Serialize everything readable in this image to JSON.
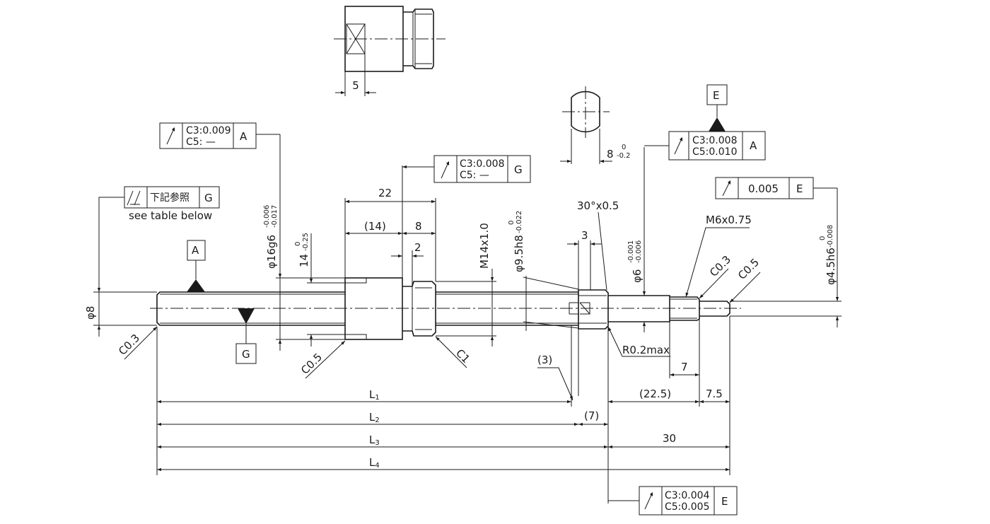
{
  "dims": {
    "d5": "5",
    "d22": "22",
    "d14p": "(14)",
    "d8": "8",
    "d2": "2",
    "flat8": "8",
    "flat8_tol_up": "0",
    "flat8_tol_low": "-0.2",
    "d3": "3",
    "d3p": "(3)",
    "d7": "7",
    "d7p": "(7)",
    "d22_5p": "(22.5)",
    "d7_5": "7.5",
    "d30": "30",
    "L1": "L",
    "L1_sub": "1",
    "L2": "L",
    "L2_sub": "2",
    "L3": "L",
    "L3_sub": "3",
    "L4": "L",
    "L4_sub": "4"
  },
  "diam_labels": {
    "phi8": "φ8",
    "phi16g6": "φ16g6",
    "phi16g6_up": "-0.006",
    "phi16g6_low": "-0.017",
    "d14": "14",
    "d14_up": "0",
    "d14_low": "-0.25",
    "m14": "M14x1.0",
    "phi9_5h8": "φ9.5h8",
    "phi9_5h8_up": "0",
    "phi9_5h8_low": "-0.022",
    "phi6": "φ6",
    "phi6_up": "-0.001",
    "phi6_low": "-0.006",
    "phi4_5h6": "φ4.5h6",
    "phi4_5h6_up": "0",
    "phi4_5h6_low": "-0.008"
  },
  "notes": {
    "c0_3_left": "C0.3",
    "c0_5": "C0.5",
    "c1": "C1",
    "chamfer_30": "30°x0.5",
    "r0_2": "R0.2max",
    "m6": "M6x0.75",
    "c0_3_right": "C0.3",
    "c0_5_right": "C0.5",
    "see_table": "see table below"
  },
  "datums": {
    "A": "A",
    "G": "G",
    "E": "E"
  },
  "fcf": {
    "f1_l1": "C3:0.009",
    "f1_l2": "C5: —",
    "f1_datum": "A",
    "f2_l1": "C3:0.008",
    "f2_l2": "C5: —",
    "f2_datum": "G",
    "f3_text": "下記参照",
    "f3_datum": "G",
    "f4_l1": "C3:0.008",
    "f4_l2": "C5:0.010",
    "f4_datum": "A",
    "f5_value": "0.005",
    "f5_datum": "E",
    "f6_l1": "C3:0.004",
    "f6_l2": "C5:0.005",
    "f6_datum": "E"
  }
}
